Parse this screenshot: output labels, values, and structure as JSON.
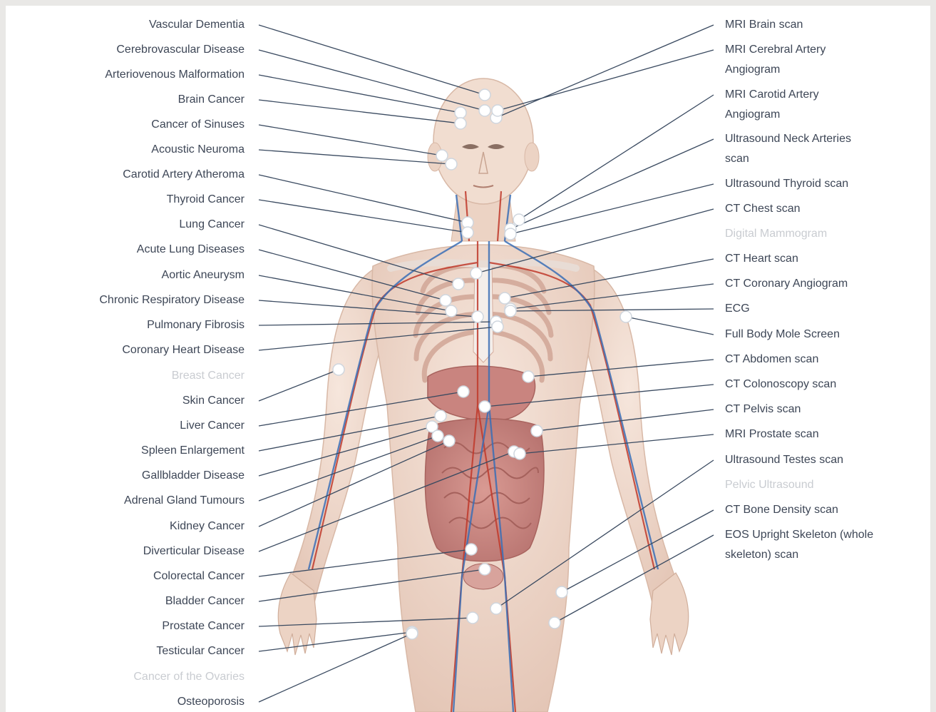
{
  "colors": {
    "label_text": "#3d4656",
    "label_muted": "#c9ccd1",
    "leader_line": "#3a4a60",
    "marker_fill": "#ffffff",
    "skin": "#eed9cc",
    "ribs": "#d9b7a9",
    "artery": "#c0392b",
    "vein": "#3b6fb6",
    "organs": "#c98d86"
  },
  "conditions": [
    {
      "label": "Vascular Dementia",
      "muted": false
    },
    {
      "label": "Cerebrovascular Disease",
      "muted": false
    },
    {
      "label": "Arteriovenous Malformation",
      "muted": false
    },
    {
      "label": "Brain Cancer",
      "muted": false
    },
    {
      "label": "Cancer of Sinuses",
      "muted": false
    },
    {
      "label": "Acoustic Neuroma",
      "muted": false
    },
    {
      "label": "Carotid Artery Atheroma",
      "muted": false
    },
    {
      "label": "Thyroid Cancer",
      "muted": false
    },
    {
      "label": "Lung Cancer",
      "muted": false
    },
    {
      "label": "Acute Lung Diseases",
      "muted": false
    },
    {
      "label": "Aortic Aneurysm",
      "muted": false
    },
    {
      "label": "Chronic Respiratory Disease",
      "muted": false
    },
    {
      "label": "Pulmonary Fibrosis",
      "muted": false
    },
    {
      "label": "Coronary Heart Disease",
      "muted": false
    },
    {
      "label": "Breast Cancer",
      "muted": true
    },
    {
      "label": "Skin Cancer",
      "muted": false
    },
    {
      "label": "Liver Cancer",
      "muted": false
    },
    {
      "label": "Spleen Enlargement",
      "muted": false
    },
    {
      "label": "Gallbladder Disease",
      "muted": false
    },
    {
      "label": "Adrenal Gland Tumours",
      "muted": false
    },
    {
      "label": "Kidney Cancer",
      "muted": false
    },
    {
      "label": "Diverticular Disease",
      "muted": false
    },
    {
      "label": "Colorectal Cancer",
      "muted": false
    },
    {
      "label": "Bladder Cancer",
      "muted": false
    },
    {
      "label": "Prostate Cancer",
      "muted": false
    },
    {
      "label": "Testicular Cancer",
      "muted": false
    },
    {
      "label": "Cancer of the Ovaries",
      "muted": true
    },
    {
      "label": "Osteoporosis",
      "muted": false
    }
  ],
  "scans": [
    {
      "label": "MRI Brain scan",
      "muted": false
    },
    {
      "label": "MRI Cerebral Artery Angiogram",
      "muted": false
    },
    {
      "label": "MRI Carotid Artery Angiogram",
      "muted": false
    },
    {
      "label": "Ultrasound Neck Arteries scan",
      "muted": false
    },
    {
      "label": "Ultrasound Thyroid scan",
      "muted": false
    },
    {
      "label": "CT Chest scan",
      "muted": false
    },
    {
      "label": "Digital Mammogram",
      "muted": true
    },
    {
      "label": "CT Heart scan",
      "muted": false
    },
    {
      "label": "CT Coronary Angiogram",
      "muted": false
    },
    {
      "label": "ECG",
      "muted": false
    },
    {
      "label": "Full Body Mole Screen",
      "muted": false
    },
    {
      "label": "CT Abdomen scan",
      "muted": false
    },
    {
      "label": "CT Colonoscopy scan",
      "muted": false
    },
    {
      "label": "CT Pelvis scan",
      "muted": false
    },
    {
      "label": "MRI Prostate scan",
      "muted": false
    },
    {
      "label": "Ultrasound Testes scan",
      "muted": false
    },
    {
      "label": "Pelvic Ultrasound",
      "muted": true
    },
    {
      "label": "CT Bone Density scan",
      "muted": false
    },
    {
      "label": "EOS Upright Skeleton (whole skeleton) scan",
      "muted": false
    }
  ]
}
